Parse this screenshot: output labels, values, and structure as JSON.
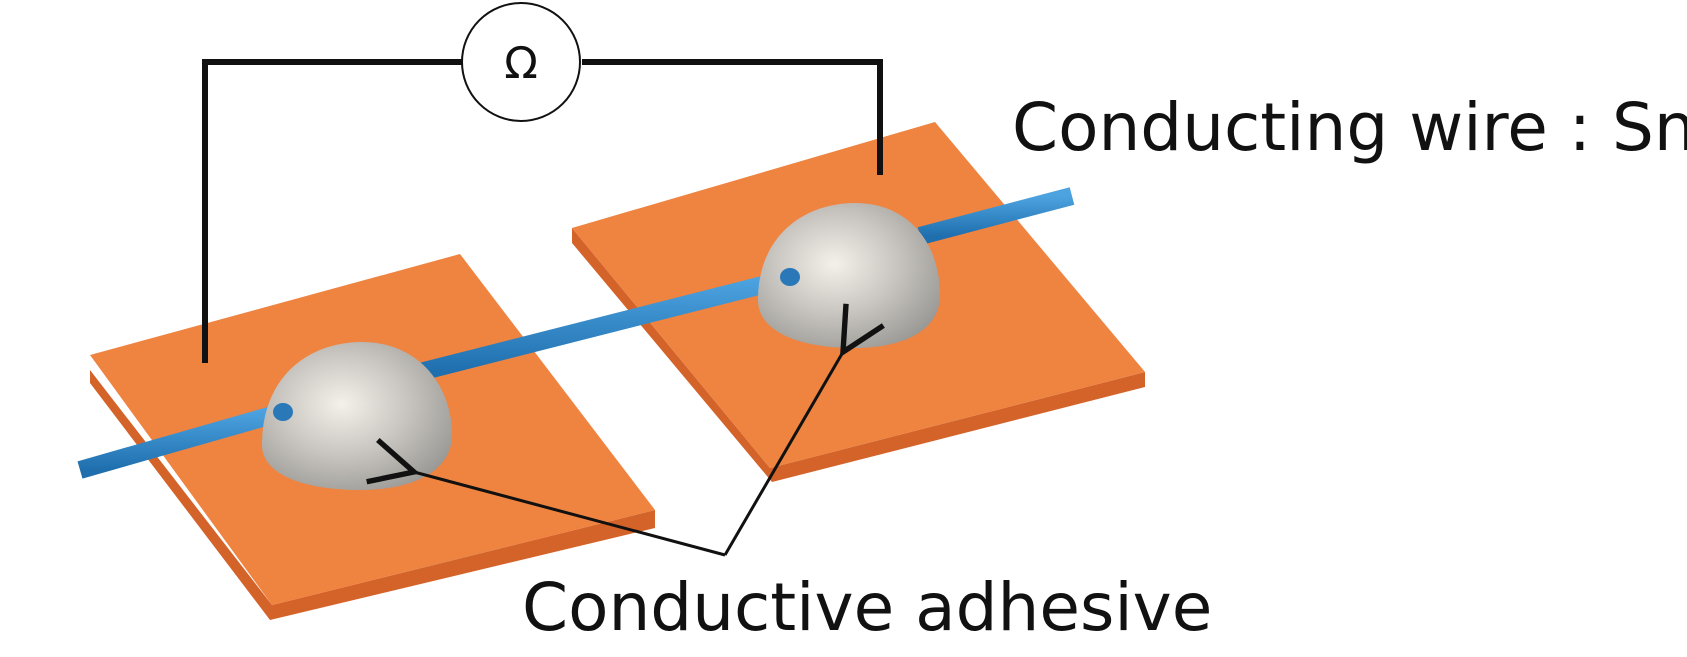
{
  "meter": {
    "symbol": "Ω"
  },
  "labels": {
    "wire": "Conducting wire : Sn",
    "adhesive": "Conductive adhesive"
  },
  "colors": {
    "pad": "#ef8340",
    "pad_side": "#d9672a",
    "wire": "#2f86c8",
    "lead": "#111111",
    "blob": "#b8b6b2"
  }
}
